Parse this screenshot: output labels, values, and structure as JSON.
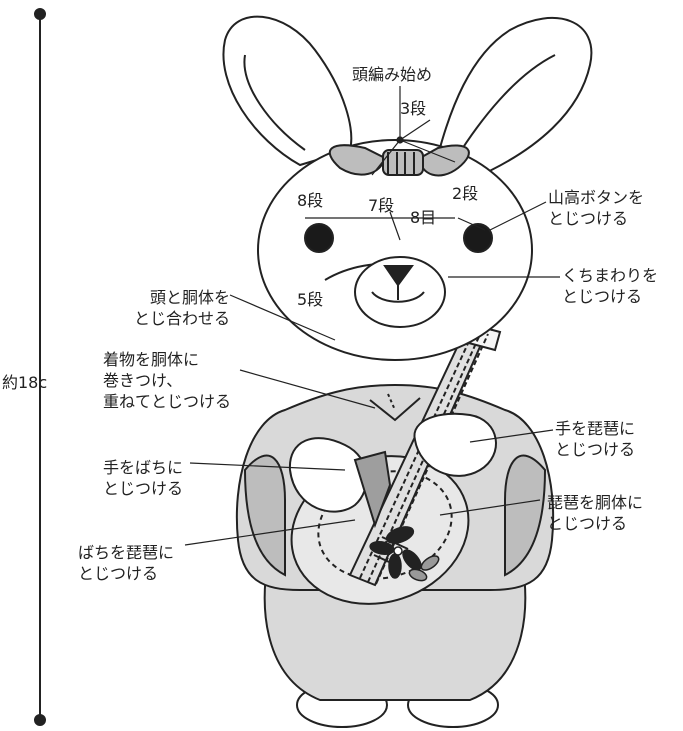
{
  "figure": {
    "height_label": "約18c",
    "labels": {
      "head_start": "頭編み始め",
      "row3": "3段",
      "row2": "2段",
      "row8": "8段",
      "row7": "7段",
      "stitch8": "8目",
      "row5": "5段",
      "button": "山高ボタンを\nとじつける",
      "mouth": "くちまわりを\nとじつける",
      "head_body": "頭と胴体を\nとじ合わせる",
      "kimono": "着物を胴体に\n巻きつけ、\n重ねてとじつける",
      "hand_pipa": "手を琵琶に\nとじつける",
      "hand_pick": "手をばちに\nとじつける",
      "pipa_body": "琵琶を胴体に\nとじつける",
      "pick_pipa": "ばちを琵琶に\nとじつける"
    },
    "colors": {
      "outline": "#222222",
      "body_fill": "#d9d9d9",
      "light_fill": "#ffffff",
      "sleeve_fill": "#bdbdbd",
      "eye_fill": "#1a1a1a"
    }
  }
}
